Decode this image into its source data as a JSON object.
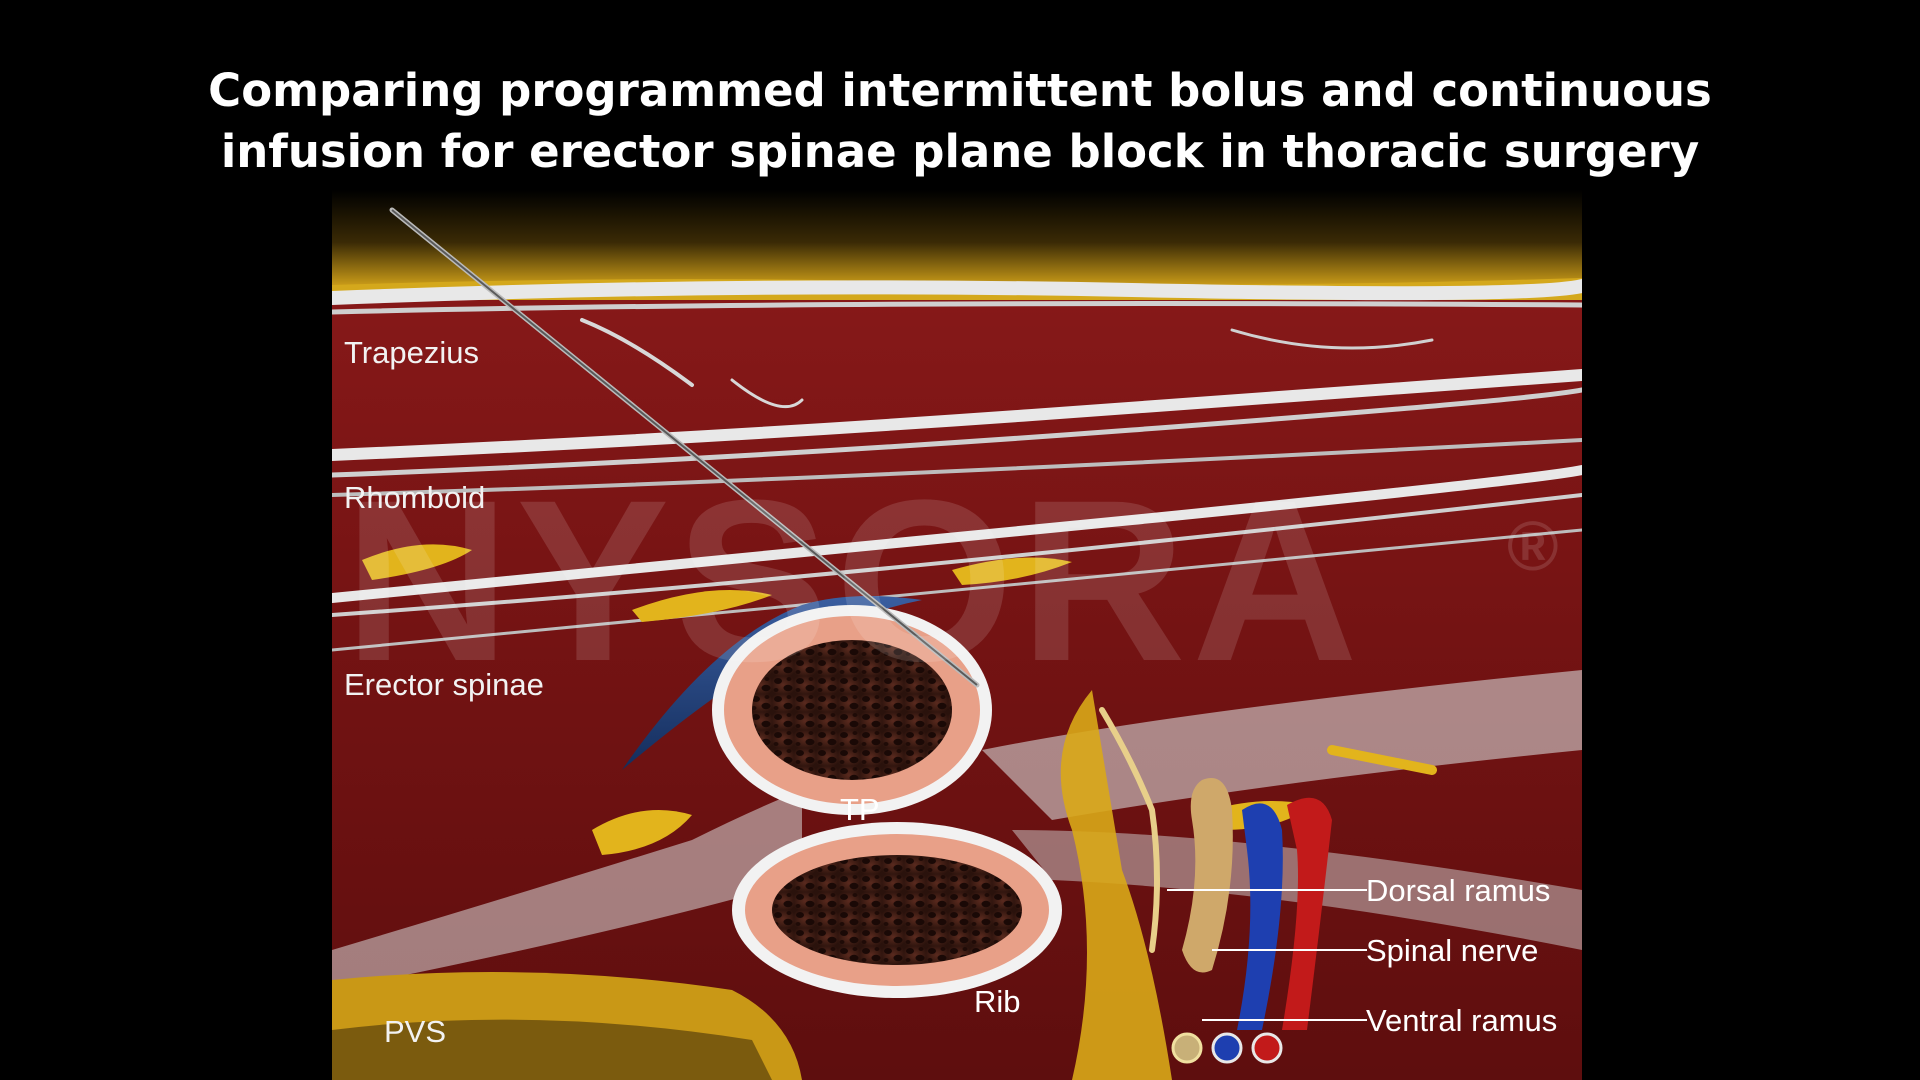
{
  "title": {
    "line1": "Comparing programmed intermittent bolus and continuous",
    "line2": "infusion for erector spinae plane block in thoracic surgery"
  },
  "illustration": {
    "labels": {
      "trapezius": "Trapezius",
      "rhomboid": "Rhomboid",
      "erector_spinae": "Erector spinae",
      "pvs": "PVS",
      "tp": "TP",
      "rib": "Rib",
      "dorsal_ramus": "Dorsal ramus",
      "spinal_nerve": "Spinal nerve",
      "ventral_ramus": "Ventral ramus"
    },
    "watermark": {
      "text": "NYSORA",
      "mark": "®"
    },
    "colors": {
      "muscle": "#7a1414",
      "fat": "#e0b21a",
      "fascia": "#e6e6e6",
      "bone_cortex": "#e8a088",
      "bone_marrow": "#3a1a12",
      "local_anesthetic": "#1e3f78",
      "artery": "#c21a1a",
      "vein": "#1e3fb0",
      "background": "#000000"
    }
  }
}
